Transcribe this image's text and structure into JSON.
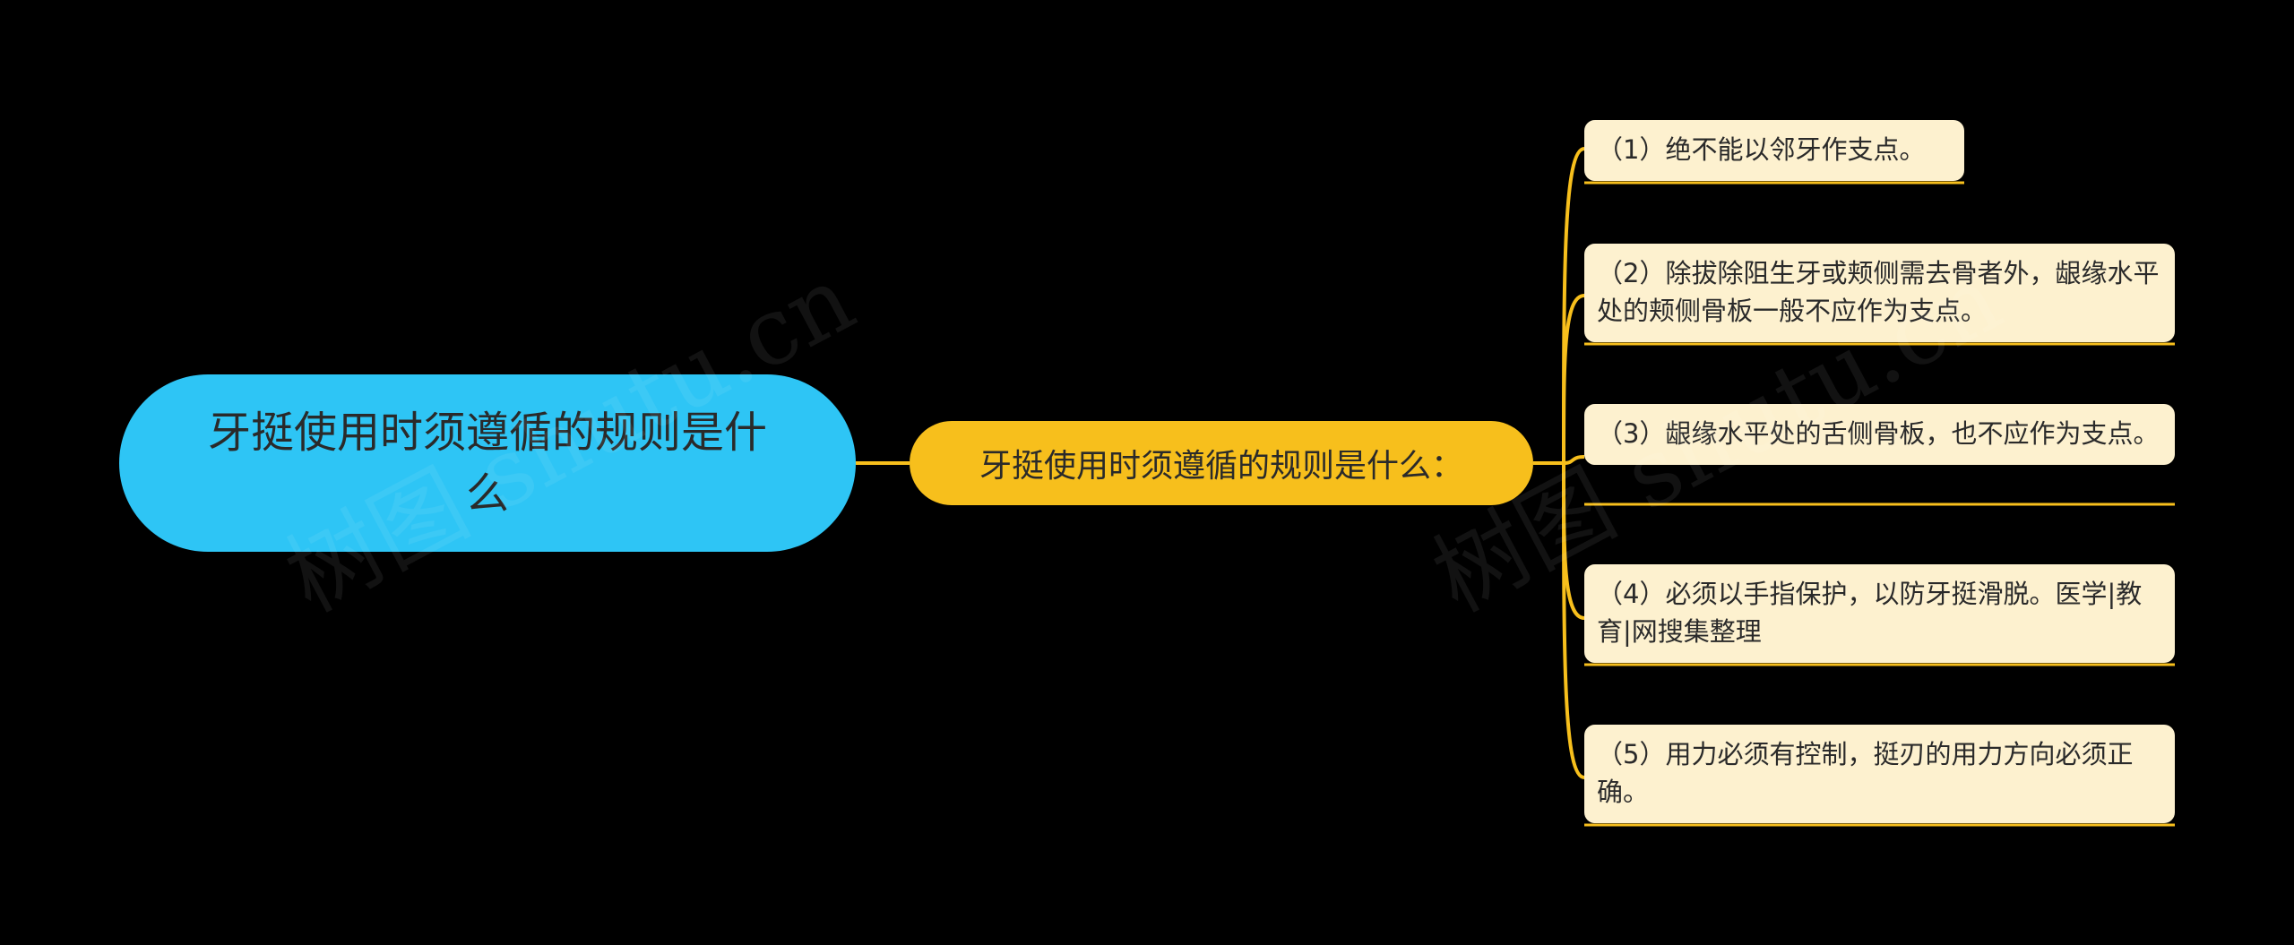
{
  "mindmap": {
    "root": {
      "label": "牙挺使用时须遵循的规则是什么"
    },
    "branch": {
      "label": "牙挺使用时须遵循的规则是什么："
    },
    "leaves": [
      {
        "label": "（1）绝不能以邻牙作支点。"
      },
      {
        "label": "（2）除拔除阻生牙或颊侧需去骨者外，龈缘水平处的颊侧骨板一般不应作为支点。"
      },
      {
        "label": "（3）龈缘水平处的舌侧骨板，也不应作为支点。"
      },
      {
        "label": "（4）必须以手指保护，以防牙挺滑脱。医学|教育|网搜集整理"
      },
      {
        "label": "（5）用力必须有控制，挺刃的用力方向必须正确。"
      }
    ]
  },
  "watermarks": [
    {
      "text": "树图 shutu.cn"
    },
    {
      "text": "树图 shutu.cn"
    }
  ],
  "colors": {
    "background": "#000000",
    "root_fill": "#2ec5f5",
    "branch_fill": "#f7bf1c",
    "leaf_fill": "#fdf1cf",
    "connector": "#f7bf1c"
  }
}
